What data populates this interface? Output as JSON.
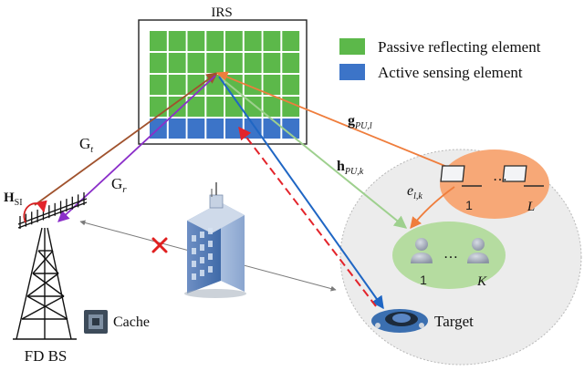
{
  "title": "IRS",
  "legend": {
    "items": [
      {
        "label": "Passive reflecting element",
        "color": "#5cb84a"
      },
      {
        "label": "Active sensing element",
        "color": "#3c74c8"
      }
    ]
  },
  "irs": {
    "rows": 5,
    "cols": 8,
    "active_rows": 1
  },
  "colors": {
    "g_t": "#a0522d",
    "g_r": "#8b2fc9",
    "h_si": "#d42020",
    "g_pu": "#ef7d3c",
    "h_pu": "#9ed08e",
    "target_link": "#1f66c4",
    "echo": "#e3242b",
    "blocked": "#7a7a7a",
    "cross": "#e02020",
    "pu_cluster": "#f7a877",
    "su_cluster": "#b5dca0",
    "coverage": "#ececec"
  },
  "labels": {
    "g_t": "G",
    "g_t_sub": "t",
    "g_r": "G",
    "g_r_sub": "r",
    "h_si": "H",
    "h_si_sub": "SI",
    "g_pu": "g",
    "g_pu_sub": "PU,l",
    "h_pu": "h",
    "h_pu_sub": "PU,k",
    "e_lk": "e",
    "e_lk_sub": "l,k",
    "pu_first": "1",
    "pu_ellipsis": "…",
    "pu_last": "L",
    "su_first": "1",
    "su_ellipsis": "…",
    "su_last": "K",
    "target": "Target",
    "cache": "Cache",
    "bs": "FD BS"
  }
}
